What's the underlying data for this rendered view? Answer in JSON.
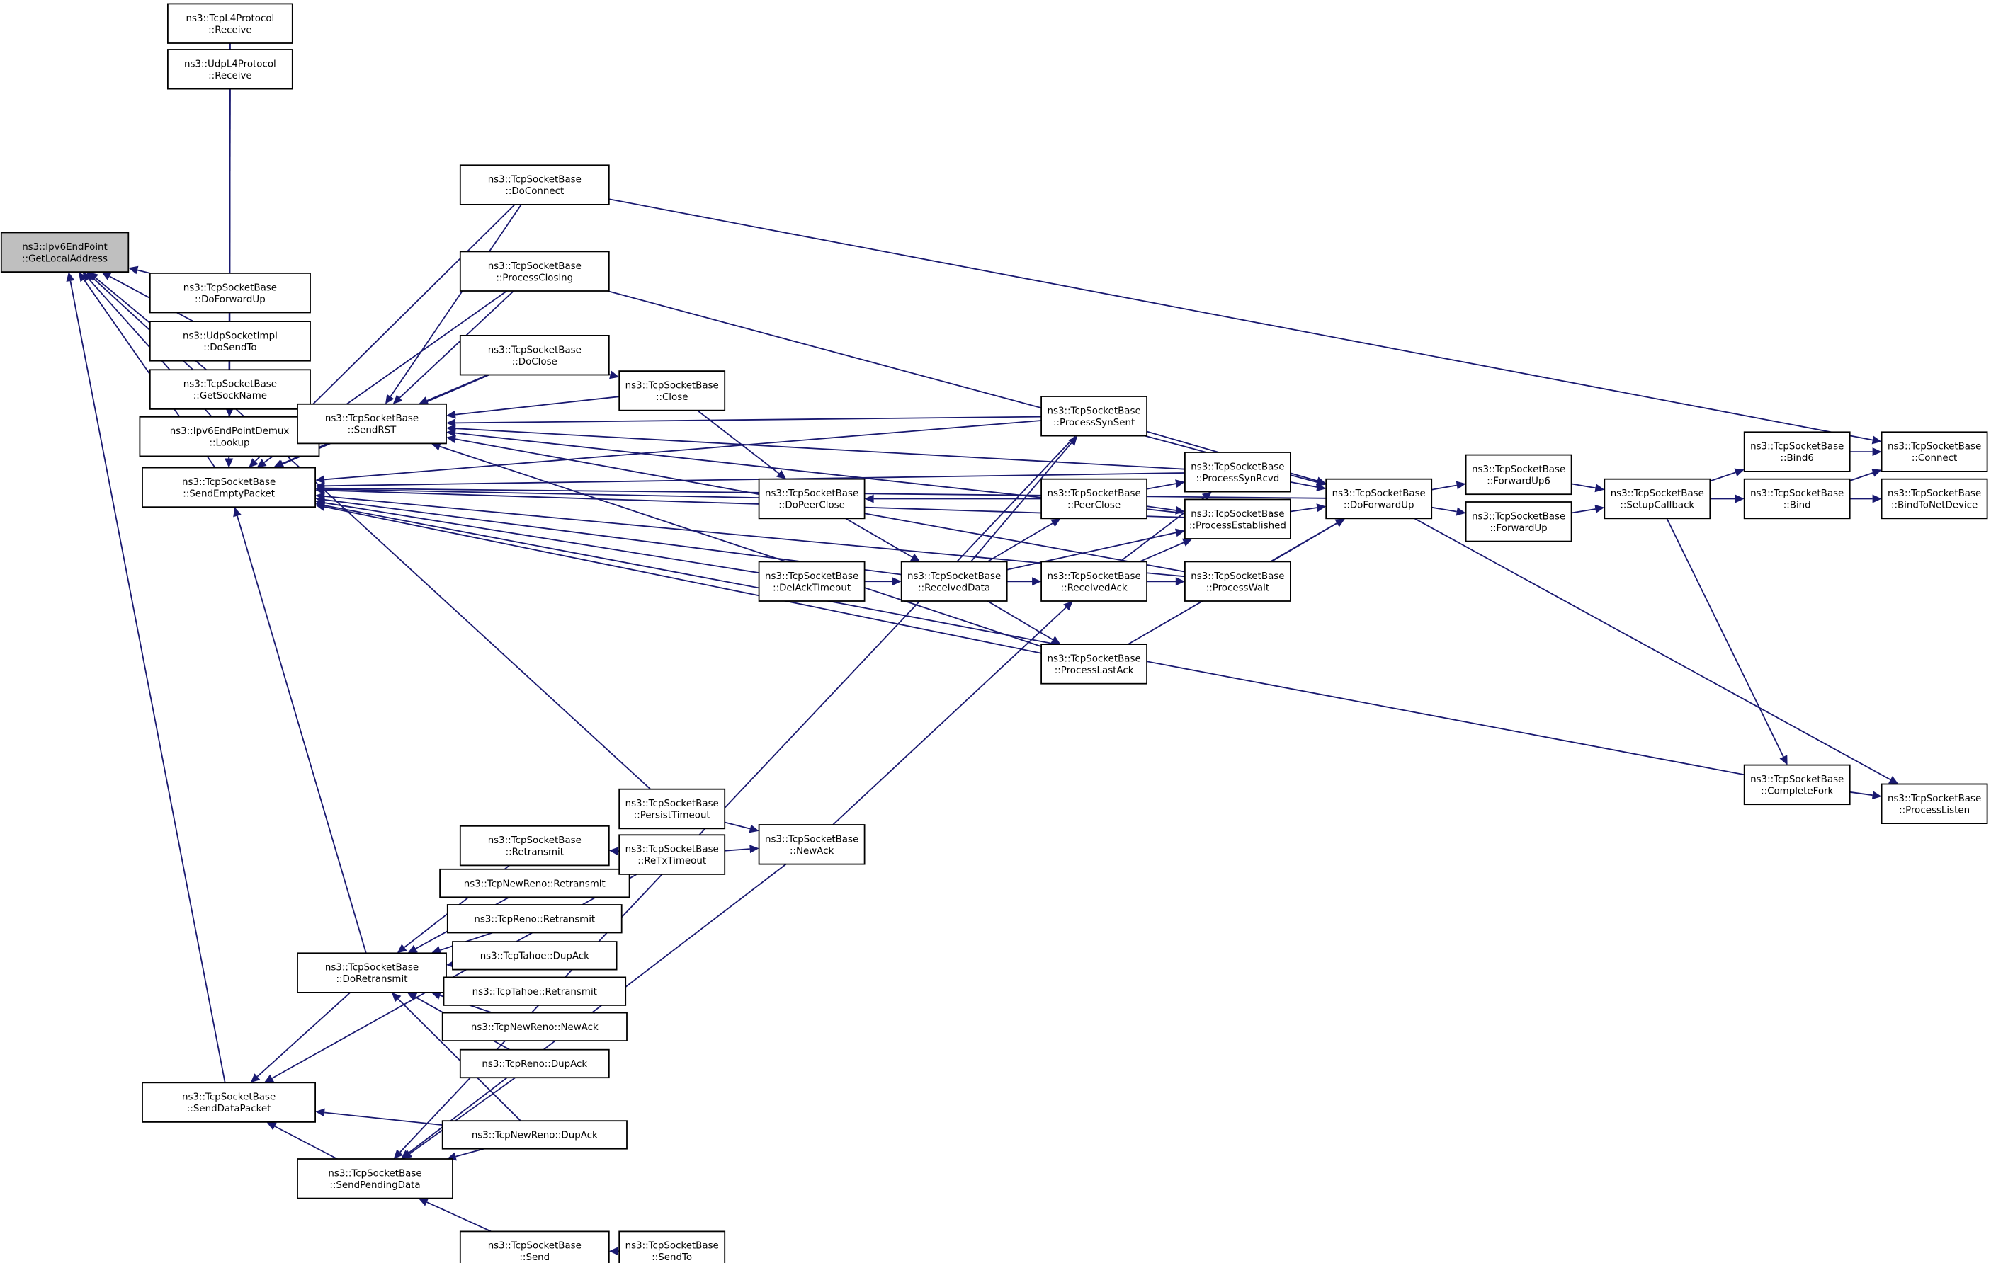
{
  "graph": {
    "title": "",
    "colors": {
      "edge": "#191970",
      "node_border": "#000000",
      "node_fill": "#ffffff",
      "highlight_fill": "#bfbfbf"
    },
    "nodes": [
      {
        "id": "root",
        "lines": [
          "ns3::Ipv6EndPoint",
          "::GetLocalAddress"
        ],
        "highlight": true
      },
      {
        "id": "tcpl4",
        "lines": [
          "ns3::TcpL4Protocol",
          "::Receive"
        ]
      },
      {
        "id": "udpl4",
        "lines": [
          "ns3::UdpL4Protocol",
          "::Receive"
        ]
      },
      {
        "id": "doforwardup_l",
        "lines": [
          "ns3::TcpSocketBase",
          "::DoForwardUp"
        ]
      },
      {
        "id": "udpsendto",
        "lines": [
          "ns3::UdpSocketImpl",
          "::DoSendTo"
        ]
      },
      {
        "id": "getsockname",
        "lines": [
          "ns3::TcpSocketBase",
          "::GetSockName"
        ]
      },
      {
        "id": "demuxlookup",
        "lines": [
          "ns3::Ipv6EndPointDemux",
          "::Lookup"
        ]
      },
      {
        "id": "sendempty",
        "lines": [
          "ns3::TcpSocketBase",
          "::SendEmptyPacket"
        ]
      },
      {
        "id": "senddata",
        "lines": [
          "ns3::TcpSocketBase",
          "::SendDataPacket"
        ]
      },
      {
        "id": "sendrst",
        "lines": [
          "ns3::TcpSocketBase",
          "::SendRST"
        ]
      },
      {
        "id": "doretransmit",
        "lines": [
          "ns3::TcpSocketBase",
          "::DoRetransmit"
        ]
      },
      {
        "id": "sendpending",
        "lines": [
          "ns3::TcpSocketBase",
          "::SendPendingData"
        ]
      },
      {
        "id": "doconnect",
        "lines": [
          "ns3::TcpSocketBase",
          "::DoConnect"
        ]
      },
      {
        "id": "processclosing",
        "lines": [
          "ns3::TcpSocketBase",
          "::ProcessClosing"
        ]
      },
      {
        "id": "doclose",
        "lines": [
          "ns3::TcpSocketBase",
          "::DoClose"
        ]
      },
      {
        "id": "retransmit",
        "lines": [
          "ns3::TcpSocketBase",
          "::Retransmit"
        ]
      },
      {
        "id": "newreno_retx",
        "lines": [
          "ns3::TcpNewReno::Retransmit"
        ]
      },
      {
        "id": "reno_retx",
        "lines": [
          "ns3::TcpReno::Retransmit"
        ]
      },
      {
        "id": "tahoe_dupack",
        "lines": [
          "ns3::TcpTahoe::DupAck"
        ]
      },
      {
        "id": "tahoe_retx",
        "lines": [
          "ns3::TcpTahoe::Retransmit"
        ]
      },
      {
        "id": "newreno_newack",
        "lines": [
          "ns3::TcpNewReno::NewAck"
        ]
      },
      {
        "id": "reno_dupack",
        "lines": [
          "ns3::TcpReno::DupAck"
        ]
      },
      {
        "id": "newreno_dupack",
        "lines": [
          "ns3::TcpNewReno::DupAck"
        ]
      },
      {
        "id": "send",
        "lines": [
          "ns3::TcpSocketBase",
          "::Send"
        ]
      },
      {
        "id": "close",
        "lines": [
          "ns3::TcpSocketBase",
          "::Close"
        ]
      },
      {
        "id": "dopeerclose",
        "lines": [
          "ns3::TcpSocketBase",
          "::DoPeerClose"
        ]
      },
      {
        "id": "delacktimeout",
        "lines": [
          "ns3::TcpSocketBase",
          "::DelAckTimeout"
        ]
      },
      {
        "id": "persisttimeout",
        "lines": [
          "ns3::TcpSocketBase",
          "::PersistTimeout"
        ]
      },
      {
        "id": "retxtimeout",
        "lines": [
          "ns3::TcpSocketBase",
          "::ReTxTimeout"
        ]
      },
      {
        "id": "sendto",
        "lines": [
          "ns3::TcpSocketBase",
          "::SendTo"
        ]
      },
      {
        "id": "receiveddata",
        "lines": [
          "ns3::TcpSocketBase",
          "::ReceivedData"
        ]
      },
      {
        "id": "newack",
        "lines": [
          "ns3::TcpSocketBase",
          "::NewAck"
        ]
      },
      {
        "id": "processsynsent",
        "lines": [
          "ns3::TcpSocketBase",
          "::ProcessSynSent"
        ]
      },
      {
        "id": "peerclose",
        "lines": [
          "ns3::TcpSocketBase",
          "::PeerClose"
        ]
      },
      {
        "id": "receivedack",
        "lines": [
          "ns3::TcpSocketBase",
          "::ReceivedAck"
        ]
      },
      {
        "id": "processlastack",
        "lines": [
          "ns3::TcpSocketBase",
          "::ProcessLastAck"
        ]
      },
      {
        "id": "processsynrcvd",
        "lines": [
          "ns3::TcpSocketBase",
          "::ProcessSynRcvd"
        ]
      },
      {
        "id": "processestablished",
        "lines": [
          "ns3::TcpSocketBase",
          "::ProcessEstablished"
        ]
      },
      {
        "id": "processwait",
        "lines": [
          "ns3::TcpSocketBase",
          "::ProcessWait"
        ]
      },
      {
        "id": "doforwardup",
        "lines": [
          "ns3::TcpSocketBase",
          "::DoForwardUp"
        ]
      },
      {
        "id": "forwardup6",
        "lines": [
          "ns3::TcpSocketBase",
          "::ForwardUp6"
        ]
      },
      {
        "id": "forwardup",
        "lines": [
          "ns3::TcpSocketBase",
          "::ForwardUp"
        ]
      },
      {
        "id": "setupcallback",
        "lines": [
          "ns3::TcpSocketBase",
          "::SetupCallback"
        ]
      },
      {
        "id": "bind6",
        "lines": [
          "ns3::TcpSocketBase",
          "::Bind6"
        ]
      },
      {
        "id": "bind",
        "lines": [
          "ns3::TcpSocketBase",
          "::Bind"
        ]
      },
      {
        "id": "connect",
        "lines": [
          "ns3::TcpSocketBase",
          "::Connect"
        ]
      },
      {
        "id": "bindtonetdevice",
        "lines": [
          "ns3::TcpSocketBase",
          "::BindToNetDevice"
        ]
      },
      {
        "id": "completefork",
        "lines": [
          "ns3::TcpSocketBase",
          "::CompleteFork"
        ]
      },
      {
        "id": "processlisten",
        "lines": [
          "ns3::TcpSocketBase",
          "::ProcessListen"
        ]
      }
    ]
  }
}
